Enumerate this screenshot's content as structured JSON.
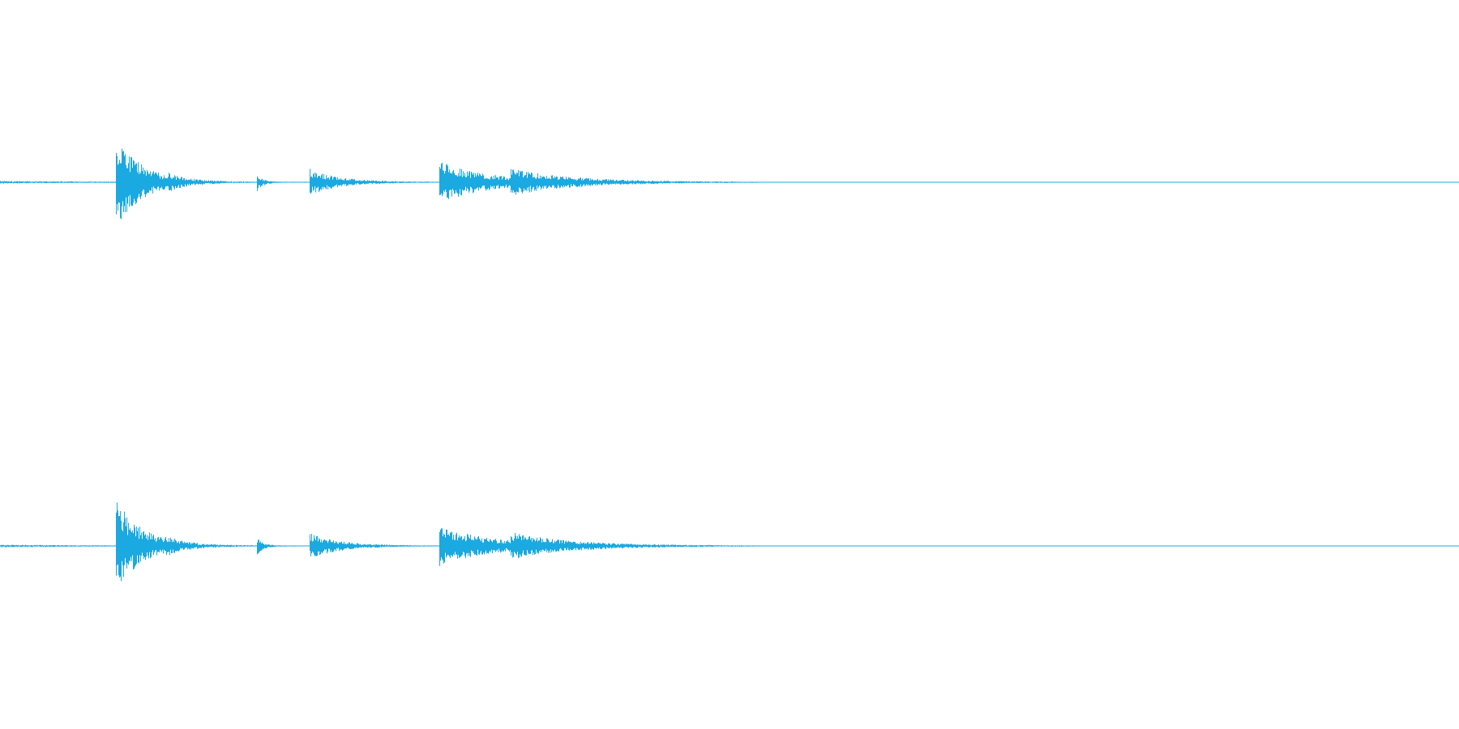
{
  "waveform": {
    "wave_color": "#1ba9e1",
    "background_color": "#ffffff",
    "channel_count": 2,
    "channels": [
      {
        "name": "",
        "bursts": [
          {
            "t": 0.0,
            "amp": 0.02,
            "decay": 0.06
          },
          {
            "t": 0.079,
            "amp": 1.0,
            "decay": 0.018
          },
          {
            "t": 0.113,
            "amp": 0.08,
            "decay": 0.01
          },
          {
            "t": 0.176,
            "amp": 0.18,
            "decay": 0.004
          },
          {
            "t": 0.212,
            "amp": 0.28,
            "decay": 0.02
          },
          {
            "t": 0.301,
            "amp": 0.44,
            "decay": 0.035
          },
          {
            "t": 0.35,
            "amp": 0.18,
            "decay": 0.045
          }
        ]
      },
      {
        "name": "",
        "bursts": [
          {
            "t": 0.0,
            "amp": 0.02,
            "decay": 0.06
          },
          {
            "t": 0.079,
            "amp": 1.0,
            "decay": 0.018
          },
          {
            "t": 0.113,
            "amp": 0.08,
            "decay": 0.01
          },
          {
            "t": 0.176,
            "amp": 0.18,
            "decay": 0.004
          },
          {
            "t": 0.212,
            "amp": 0.28,
            "decay": 0.02
          },
          {
            "t": 0.301,
            "amp": 0.44,
            "decay": 0.035
          },
          {
            "t": 0.35,
            "amp": 0.18,
            "decay": 0.045
          }
        ]
      }
    ],
    "active_extent": 0.6
  }
}
